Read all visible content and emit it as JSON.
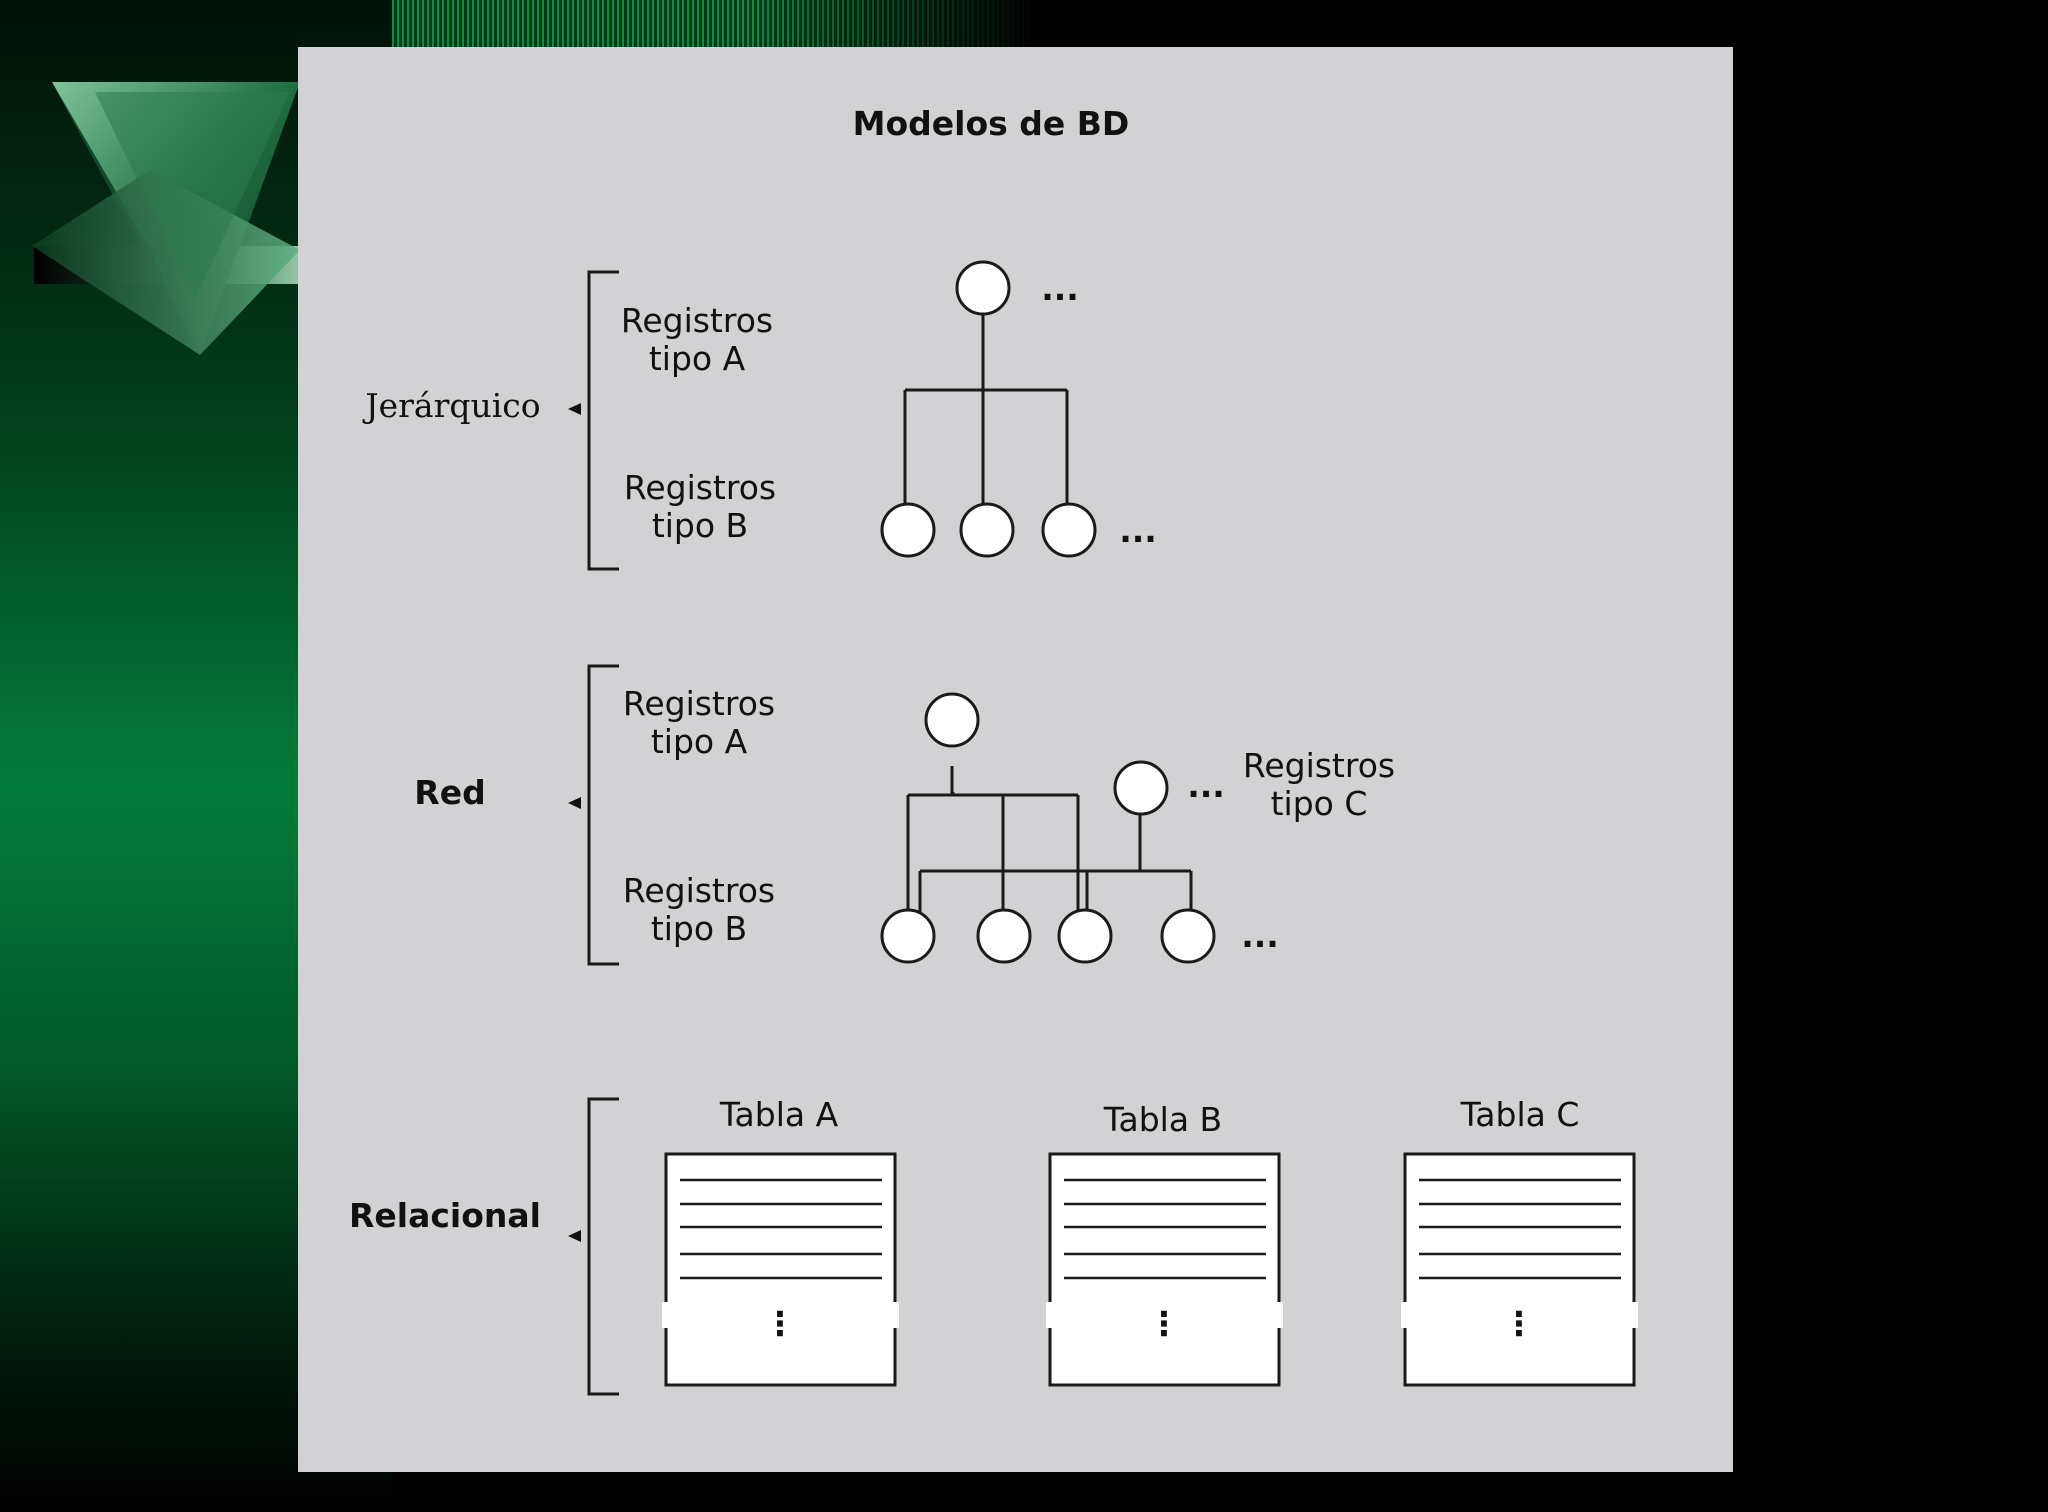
{
  "title": "Modelos de BD",
  "jerarquico": {
    "label": "Jerárquico",
    "type_a": [
      "Registros",
      "tipo A"
    ],
    "type_b": [
      "Registros",
      "tipo B"
    ],
    "ellipsis_top": "...",
    "ellipsis_bottom": "..."
  },
  "red": {
    "label": "Red",
    "type_a": [
      "Registros",
      "tipo A"
    ],
    "type_b": [
      "Registros",
      "tipo B"
    ],
    "type_c": [
      "Registros",
      "tipo C"
    ],
    "ellipsis_c": "...",
    "ellipsis_bottom": "..."
  },
  "relacional": {
    "label": "Relacional",
    "tables": [
      {
        "name": "Tabla A",
        "more": "⋮"
      },
      {
        "name": "Tabla B",
        "more": "⋮"
      },
      {
        "name": "Tabla C",
        "more": "⋮"
      }
    ]
  },
  "colors": {
    "panel": "#d2d2d4",
    "ink": "#1a1a1a",
    "green_bg": "#037c3a"
  },
  "icons": [
    "triangle-logo-icon"
  ]
}
